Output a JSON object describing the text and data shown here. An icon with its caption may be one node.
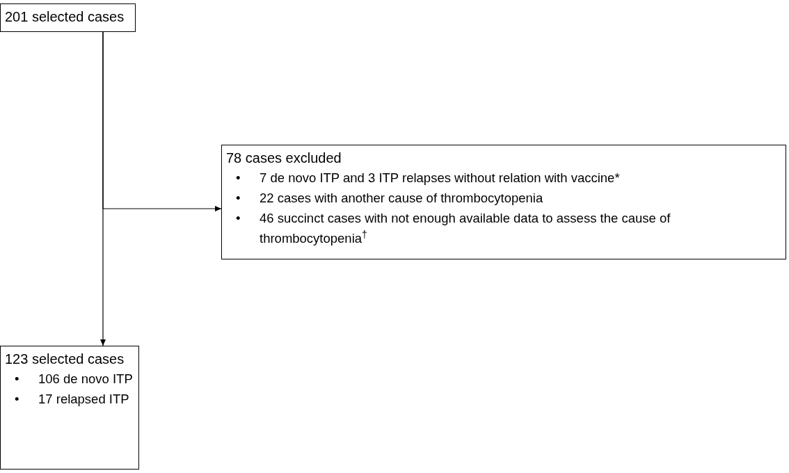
{
  "diagram": {
    "nodes": [
      {
        "text": [
          "201 selected cases"
        ]
      },
      {
        "text": [
          "78 cases excluded",
          "7 de novo ITP and 3 ITP relapses without relation with vaccine*",
          "22 cases with another cause of thrombocytopenia",
          "46 succinct cases with not enough available data to assess the cause of thrombocytopenia$^{†}$"
        ]
      },
      {
        "text": [
          "123 selected cases",
          "106 de novo ITP",
          "17 relapsed ITP"
        ]
      }
    ],
    "edges": [
      {
        "from": 0,
        "to": 2,
        "arrow": "to"
      },
      {
        "from": 0,
        "to": 1,
        "arrow": "to"
      }
    ],
    "labels": [
      "•",
      "•",
      "•",
      "•",
      "•"
    ]
  }
}
